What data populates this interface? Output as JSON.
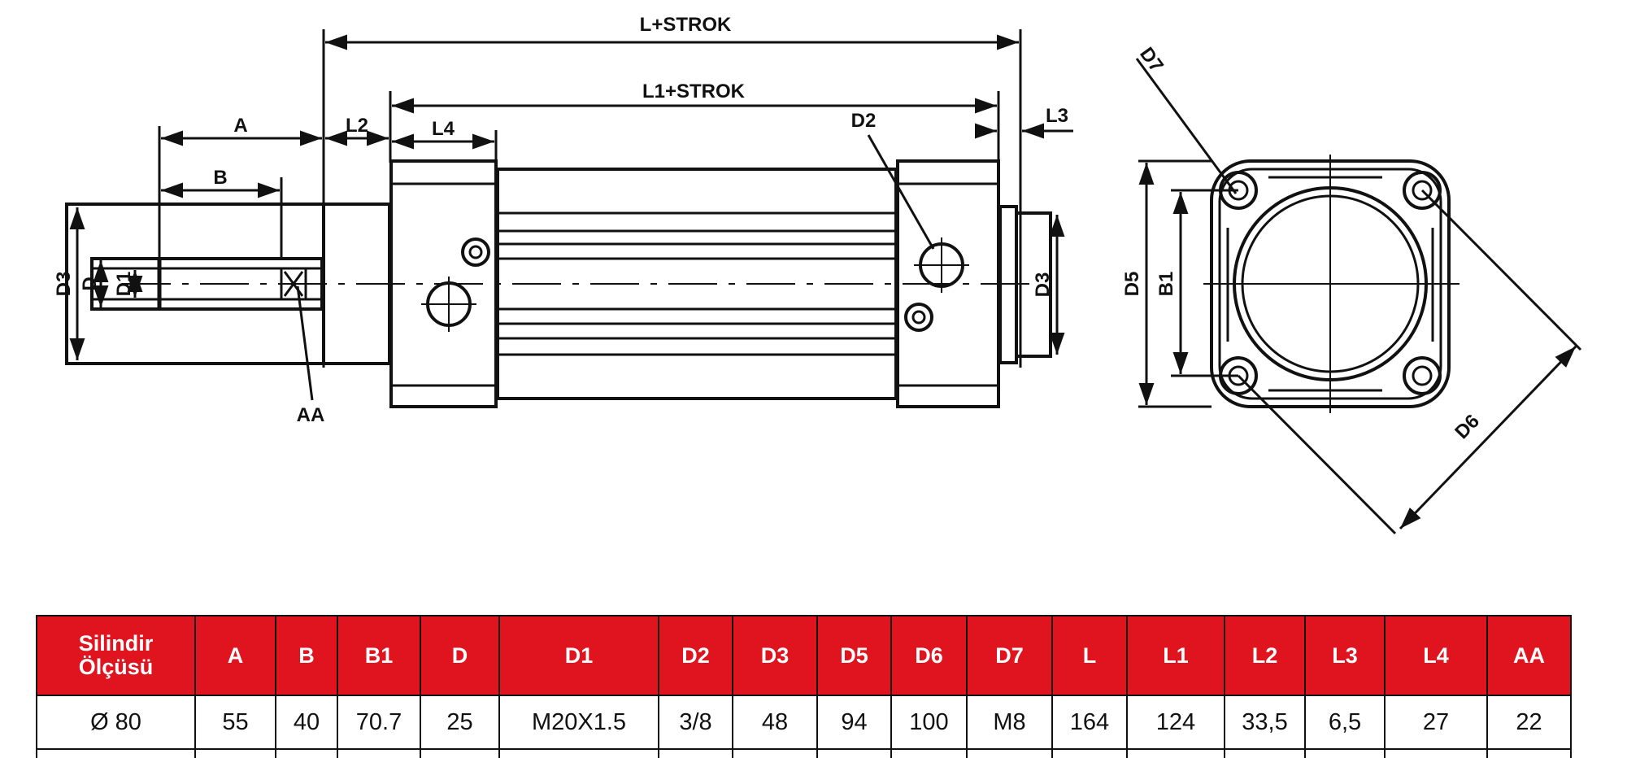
{
  "drawing": {
    "labels": {
      "l_strok": "L+STROK",
      "l1_strok": "L1+STROK",
      "a": "A",
      "b": "B",
      "l2": "L2",
      "l4": "L4",
      "l3": "L3",
      "d2": "D2",
      "d3_left": "D3",
      "d": "D",
      "d1": "D1",
      "d3_right": "D3",
      "aa": "AA",
      "d7": "D7",
      "d5": "D5",
      "b1": "B1",
      "d6": "D6"
    }
  },
  "table": {
    "headers": [
      "Silindir Ölçüsü",
      "A",
      "B",
      "B1",
      "D",
      "D1",
      "D2",
      "D3",
      "D5",
      "D6",
      "D7",
      "L",
      "L1",
      "L2",
      "L3",
      "L4",
      "AA"
    ],
    "rows": [
      [
        "Ø 80",
        "55",
        "40",
        "70.7",
        "25",
        "M20X1.5",
        "3/8",
        "48",
        "94",
        "100",
        "M8",
        "164",
        "124",
        "33,5",
        "6,5",
        "27",
        "22"
      ]
    ]
  },
  "colors": {
    "header_bg": "#e0141e",
    "header_text": "#ffffff",
    "line": "#111111"
  }
}
